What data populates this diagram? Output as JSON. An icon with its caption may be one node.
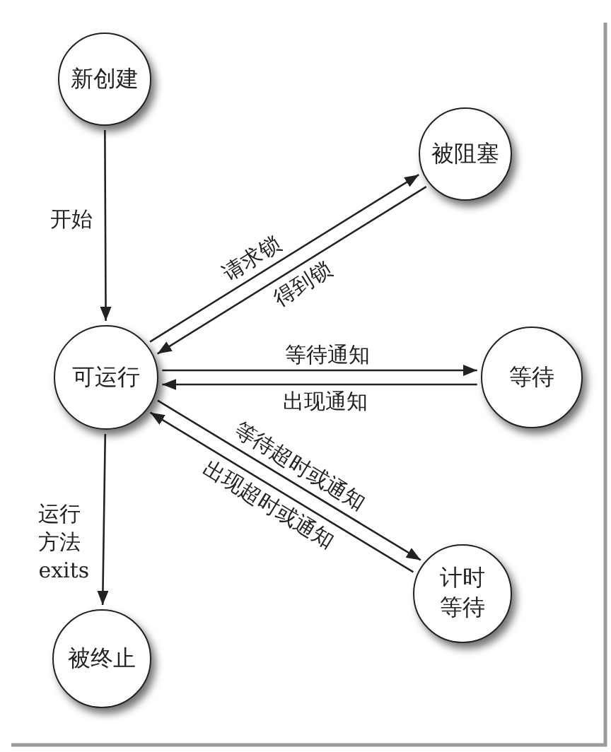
{
  "diagram": {
    "nodes": [
      {
        "text": [
          "新创建"
        ]
      },
      {
        "text": [
          "被阻塞"
        ]
      },
      {
        "text": [
          "可运行"
        ]
      },
      {
        "text": [
          "等待"
        ]
      },
      {
        "text": [
          "计时等待"
        ]
      },
      {
        "text": [
          "被终止"
        ]
      }
    ],
    "edges": [
      {
        "from": 0,
        "to": 2,
        "arrow": "to",
        "label": "开始"
      },
      {
        "from": 2,
        "to": 1,
        "arrow": "to",
        "label": "请求锁"
      },
      {
        "from": 1,
        "to": 2,
        "arrow": "to",
        "label": "得到锁"
      },
      {
        "from": 2,
        "to": 3,
        "arrow": "to",
        "label": "等待通知"
      },
      {
        "from": 3,
        "to": 2,
        "arrow": "to",
        "label": "出现通知"
      },
      {
        "from": 2,
        "to": 4,
        "arrow": "to",
        "label": "等待超时或通知"
      },
      {
        "from": 4,
        "to": 2,
        "arrow": "to",
        "label": "出现超时或通知"
      },
      {
        "from": 2,
        "to": 5,
        "arrow": "to",
        "label": "运行方法 exits"
      }
    ]
  }
}
